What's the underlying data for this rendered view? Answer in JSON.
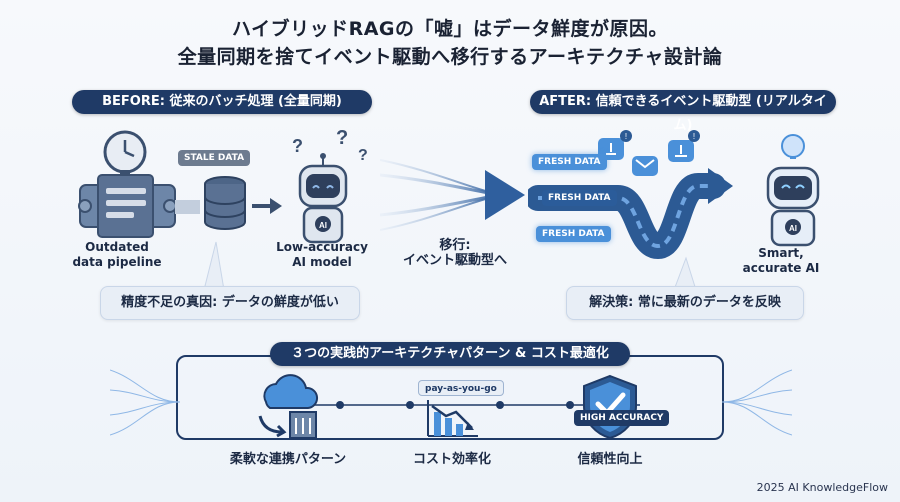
{
  "title": {
    "line1": "ハイブリッドRAGの「嘘」はデータ鮮度が原因。",
    "line2": "全量同期を捨てイベント駆動へ移行するアーキテクチャ設計論"
  },
  "before": {
    "header": "BEFORE: 従来のバッチ処理 (全量同期)",
    "stale_tag": "STALE DATA",
    "pipeline_caption_1": "Outdated",
    "pipeline_caption_2": "data pipeline",
    "model_caption_1": "Low-accuracy",
    "model_caption_2": "AI model",
    "robot_badge": "AI",
    "note": "精度不足の真因: データの鮮度が低い"
  },
  "transition": {
    "label_1": "移行:",
    "label_2": "イベント駆動型へ"
  },
  "after": {
    "header": "AFTER: 信頼できるイベント駆動型 (リアルタイム)",
    "fresh_tags": [
      "FRESH DATA",
      "FRESH DATA",
      "FRESH DATA"
    ],
    "model_caption_1": "Smart,",
    "model_caption_2": "accurate AI",
    "robot_badge": "AI",
    "note": "解決策: 常に最新のデータを反映"
  },
  "patterns": {
    "header": "３つの実践的アーキテクチャパターン & コスト最適化",
    "items": [
      {
        "label": "柔軟な連携パターン",
        "icon": "cloud-sync-icon"
      },
      {
        "label": "コスト効率化",
        "icon": "cost-chart-icon",
        "tag": "pay-as-you-go"
      },
      {
        "label": "信頼性向上",
        "icon": "shield-check-icon",
        "tag": "HIGH ACCURACY"
      }
    ]
  },
  "footer": "2025 AI KnowledgeFlow",
  "colors": {
    "navy": "#1f3a66",
    "accent": "#4a90d9",
    "stale": "#6d7b8f"
  }
}
